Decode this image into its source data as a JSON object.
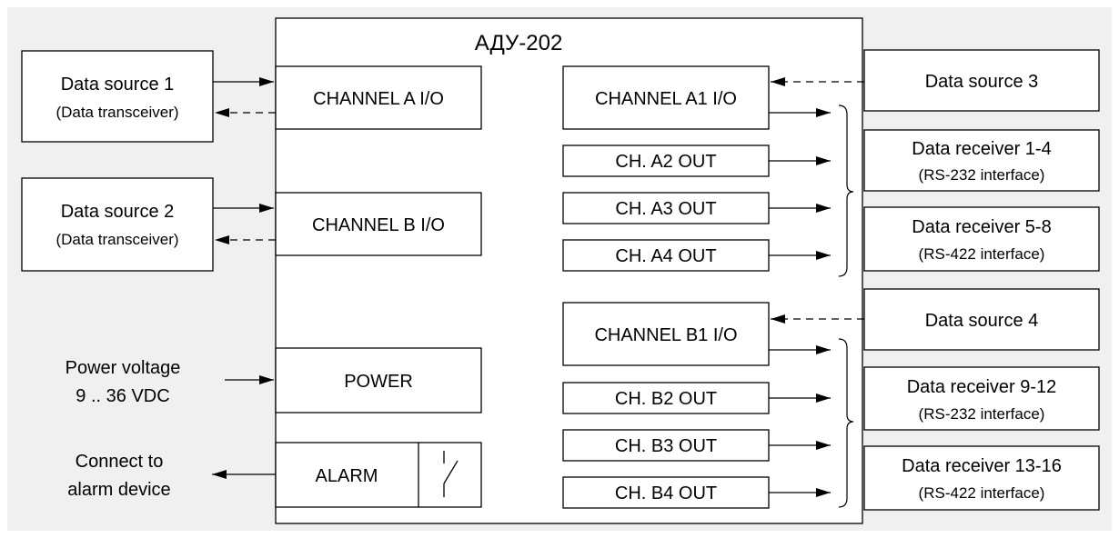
{
  "colors": {
    "background": "#f0f0f0",
    "box_fill": "#ffffff",
    "stroke": "#000000"
  },
  "device": {
    "title": "АДУ-202",
    "ports_left": {
      "channel_a_io": "CHANNEL A I/O",
      "channel_b_io": "CHANNEL B I/O",
      "power": "POWER",
      "alarm": "ALARM"
    },
    "ports_right": {
      "channel_a1_io": "CHANNEL A1 I/O",
      "ch_a2_out": "CH. A2 OUT",
      "ch_a3_out": "CH. A3 OUT",
      "ch_a4_out": "CH. A4 OUT",
      "channel_b1_io": "CHANNEL B1 I/O",
      "ch_b2_out": "CH. B2 OUT",
      "ch_b3_out": "CH. B3 OUT",
      "ch_b4_out": "CH. B4 OUT"
    }
  },
  "left_blocks": {
    "source1": {
      "line1": "Data source 1",
      "line2": "(Data transceiver)"
    },
    "source2": {
      "line1": "Data source 2",
      "line2": "(Data transceiver)"
    },
    "power_label": {
      "line1": "Power voltage",
      "line2": "9 .. 36 VDC"
    },
    "alarm_label": {
      "line1": "Connect to",
      "line2": "alarm device"
    }
  },
  "right_blocks": {
    "source3": "Data source 3",
    "receiver_1_4": {
      "line1": "Data receiver 1-4",
      "line2": "(RS-232 interface)"
    },
    "receiver_5_8": {
      "line1": "Data receiver 5-8",
      "line2": "(RS-422 interface)"
    },
    "source4": "Data source 4",
    "receiver_9_12": {
      "line1": "Data receiver 9-12",
      "line2": "(RS-232 interface)"
    },
    "receiver_13_16": {
      "line1": "Data receiver 13-16",
      "line2": "(RS-422 interface)"
    }
  }
}
